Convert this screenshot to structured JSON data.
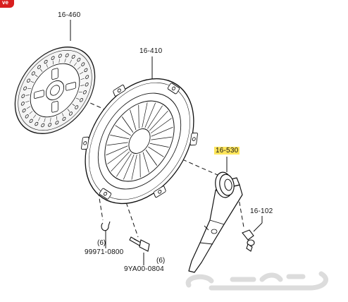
{
  "badge": {
    "text": "ve"
  },
  "parts": [
    {
      "id": "clutch-disc",
      "code": "16-460",
      "highlighted": false
    },
    {
      "id": "pressure-plate",
      "code": "16-410",
      "highlighted": false
    },
    {
      "id": "release-bearing",
      "code": "16-530",
      "highlighted": true
    },
    {
      "id": "fork-pivot-bolt",
      "code": "16-102",
      "highlighted": false
    },
    {
      "id": "lock-washer",
      "code": "99971-0800",
      "qty": "(6)",
      "highlighted": false
    },
    {
      "id": "mounting-bolt",
      "code": "9YA00-0804",
      "qty": "(6)",
      "highlighted": false
    }
  ],
  "colors": {
    "highlight": "#ffe65c",
    "line": "#111111",
    "badge": "#d81e1e",
    "watermark": "#e4e4e4"
  },
  "watermark": {
    "icon": "haraj-logo-watermark"
  }
}
